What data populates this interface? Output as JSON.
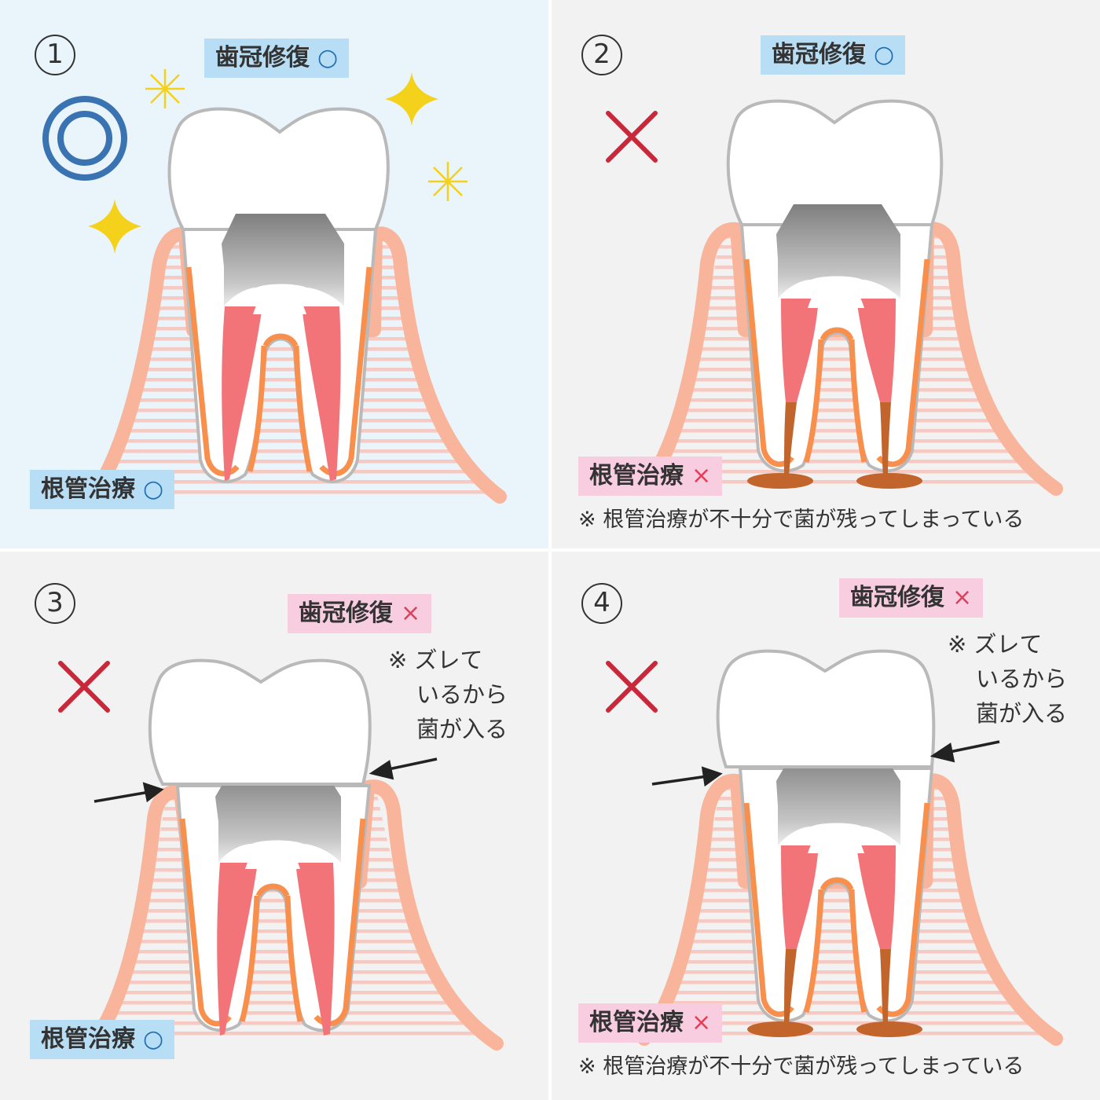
{
  "panels": [
    {
      "number": "1",
      "crown_label": "歯冠修復",
      "crown_mark": "○",
      "root_label": "根管治療",
      "root_mark": "○",
      "note": "",
      "side_note": []
    },
    {
      "number": "2",
      "crown_label": "歯冠修復",
      "crown_mark": "○",
      "root_label": "根管治療",
      "root_mark": "×",
      "note": "※ 根管治療が不十分で菌が残ってしまっている",
      "side_note": []
    },
    {
      "number": "3",
      "crown_label": "歯冠修復",
      "crown_mark": "×",
      "root_label": "根管治療",
      "root_mark": "○",
      "note": "",
      "side_note": [
        "※ ズレて",
        "いるから",
        "菌が入る"
      ]
    },
    {
      "number": "4",
      "crown_label": "歯冠修復",
      "crown_mark": "×",
      "root_label": "根管治療",
      "root_mark": "×",
      "note": "※ 根管治療が不十分で菌が残ってしまっている",
      "side_note": [
        "※ ズレて",
        "いるから",
        "菌が入る"
      ]
    }
  ],
  "colors": {
    "panel1_bg": "#eaf4fb",
    "panel_bg": "#f2f2f2",
    "gum": "#f9b59b",
    "gum_stripe": "#f7c9c3",
    "enamel_outline": "#b9b9b9",
    "pulp": "#f27478",
    "dentin_line": "#f98f4d",
    "metal_core": "#888888",
    "infection": "#c2652d",
    "cross": "#c8283a",
    "double_circle": "#3a73b2",
    "sparkle": "#f4d11b"
  },
  "icons": [
    "double-circle-icon",
    "sparkle-icon",
    "cross-icon",
    "arrow-icon"
  ]
}
